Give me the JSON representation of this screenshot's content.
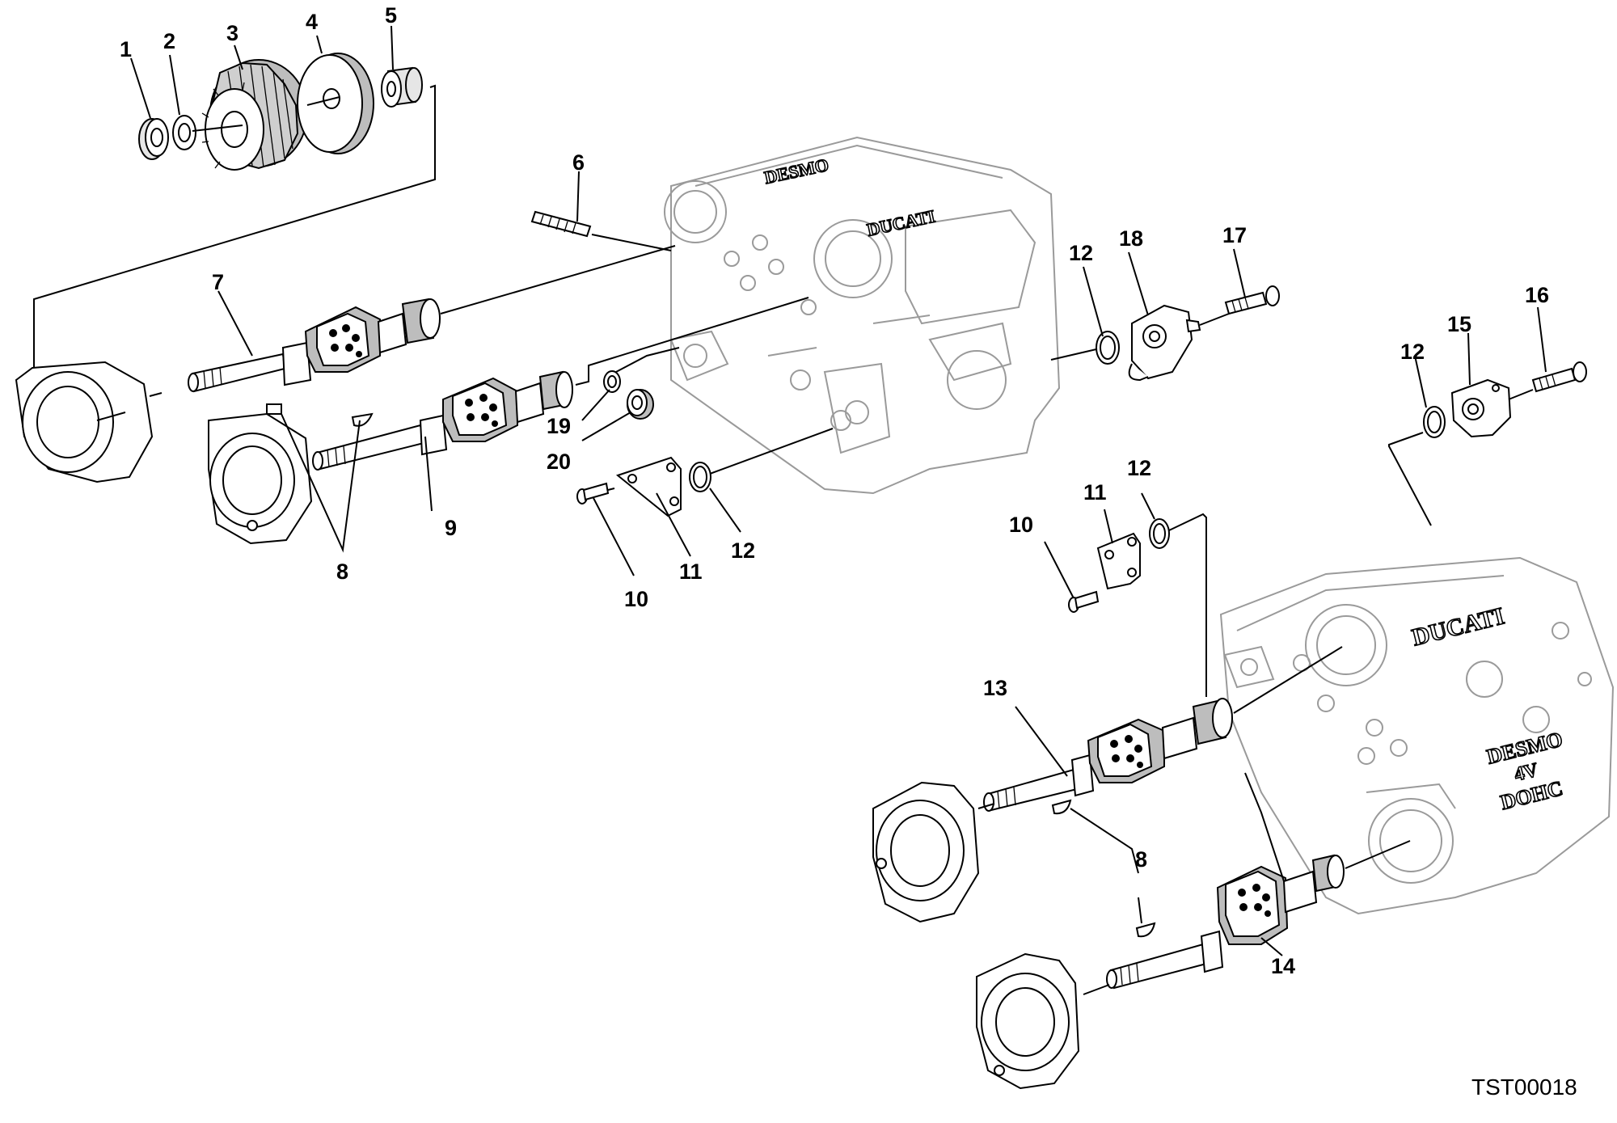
{
  "diagram": {
    "callouts": {
      "c1": "1",
      "c2": "2",
      "c3": "3",
      "c4": "4",
      "c5": "5",
      "c6": "6",
      "c7": "7",
      "c8a": "8",
      "c8b": "8",
      "c9": "9",
      "c10a": "10",
      "c10b": "10",
      "c11a": "11",
      "c11b": "11",
      "c12a": "12",
      "c12b": "12",
      "c12c": "12",
      "c12d": "12",
      "c13": "13",
      "c14": "14",
      "c15": "15",
      "c16": "16",
      "c17": "17",
      "c18": "18",
      "c19": "19",
      "c20": "20"
    },
    "casting_text": {
      "brand_top_1": "DESMO",
      "brand_top_2": "DUCATI",
      "brand_bottom": "DUCATI",
      "desmo": "DESMO",
      "fourv": "4V",
      "dohc": "DOHC"
    },
    "drawing_code": "TST00018"
  }
}
